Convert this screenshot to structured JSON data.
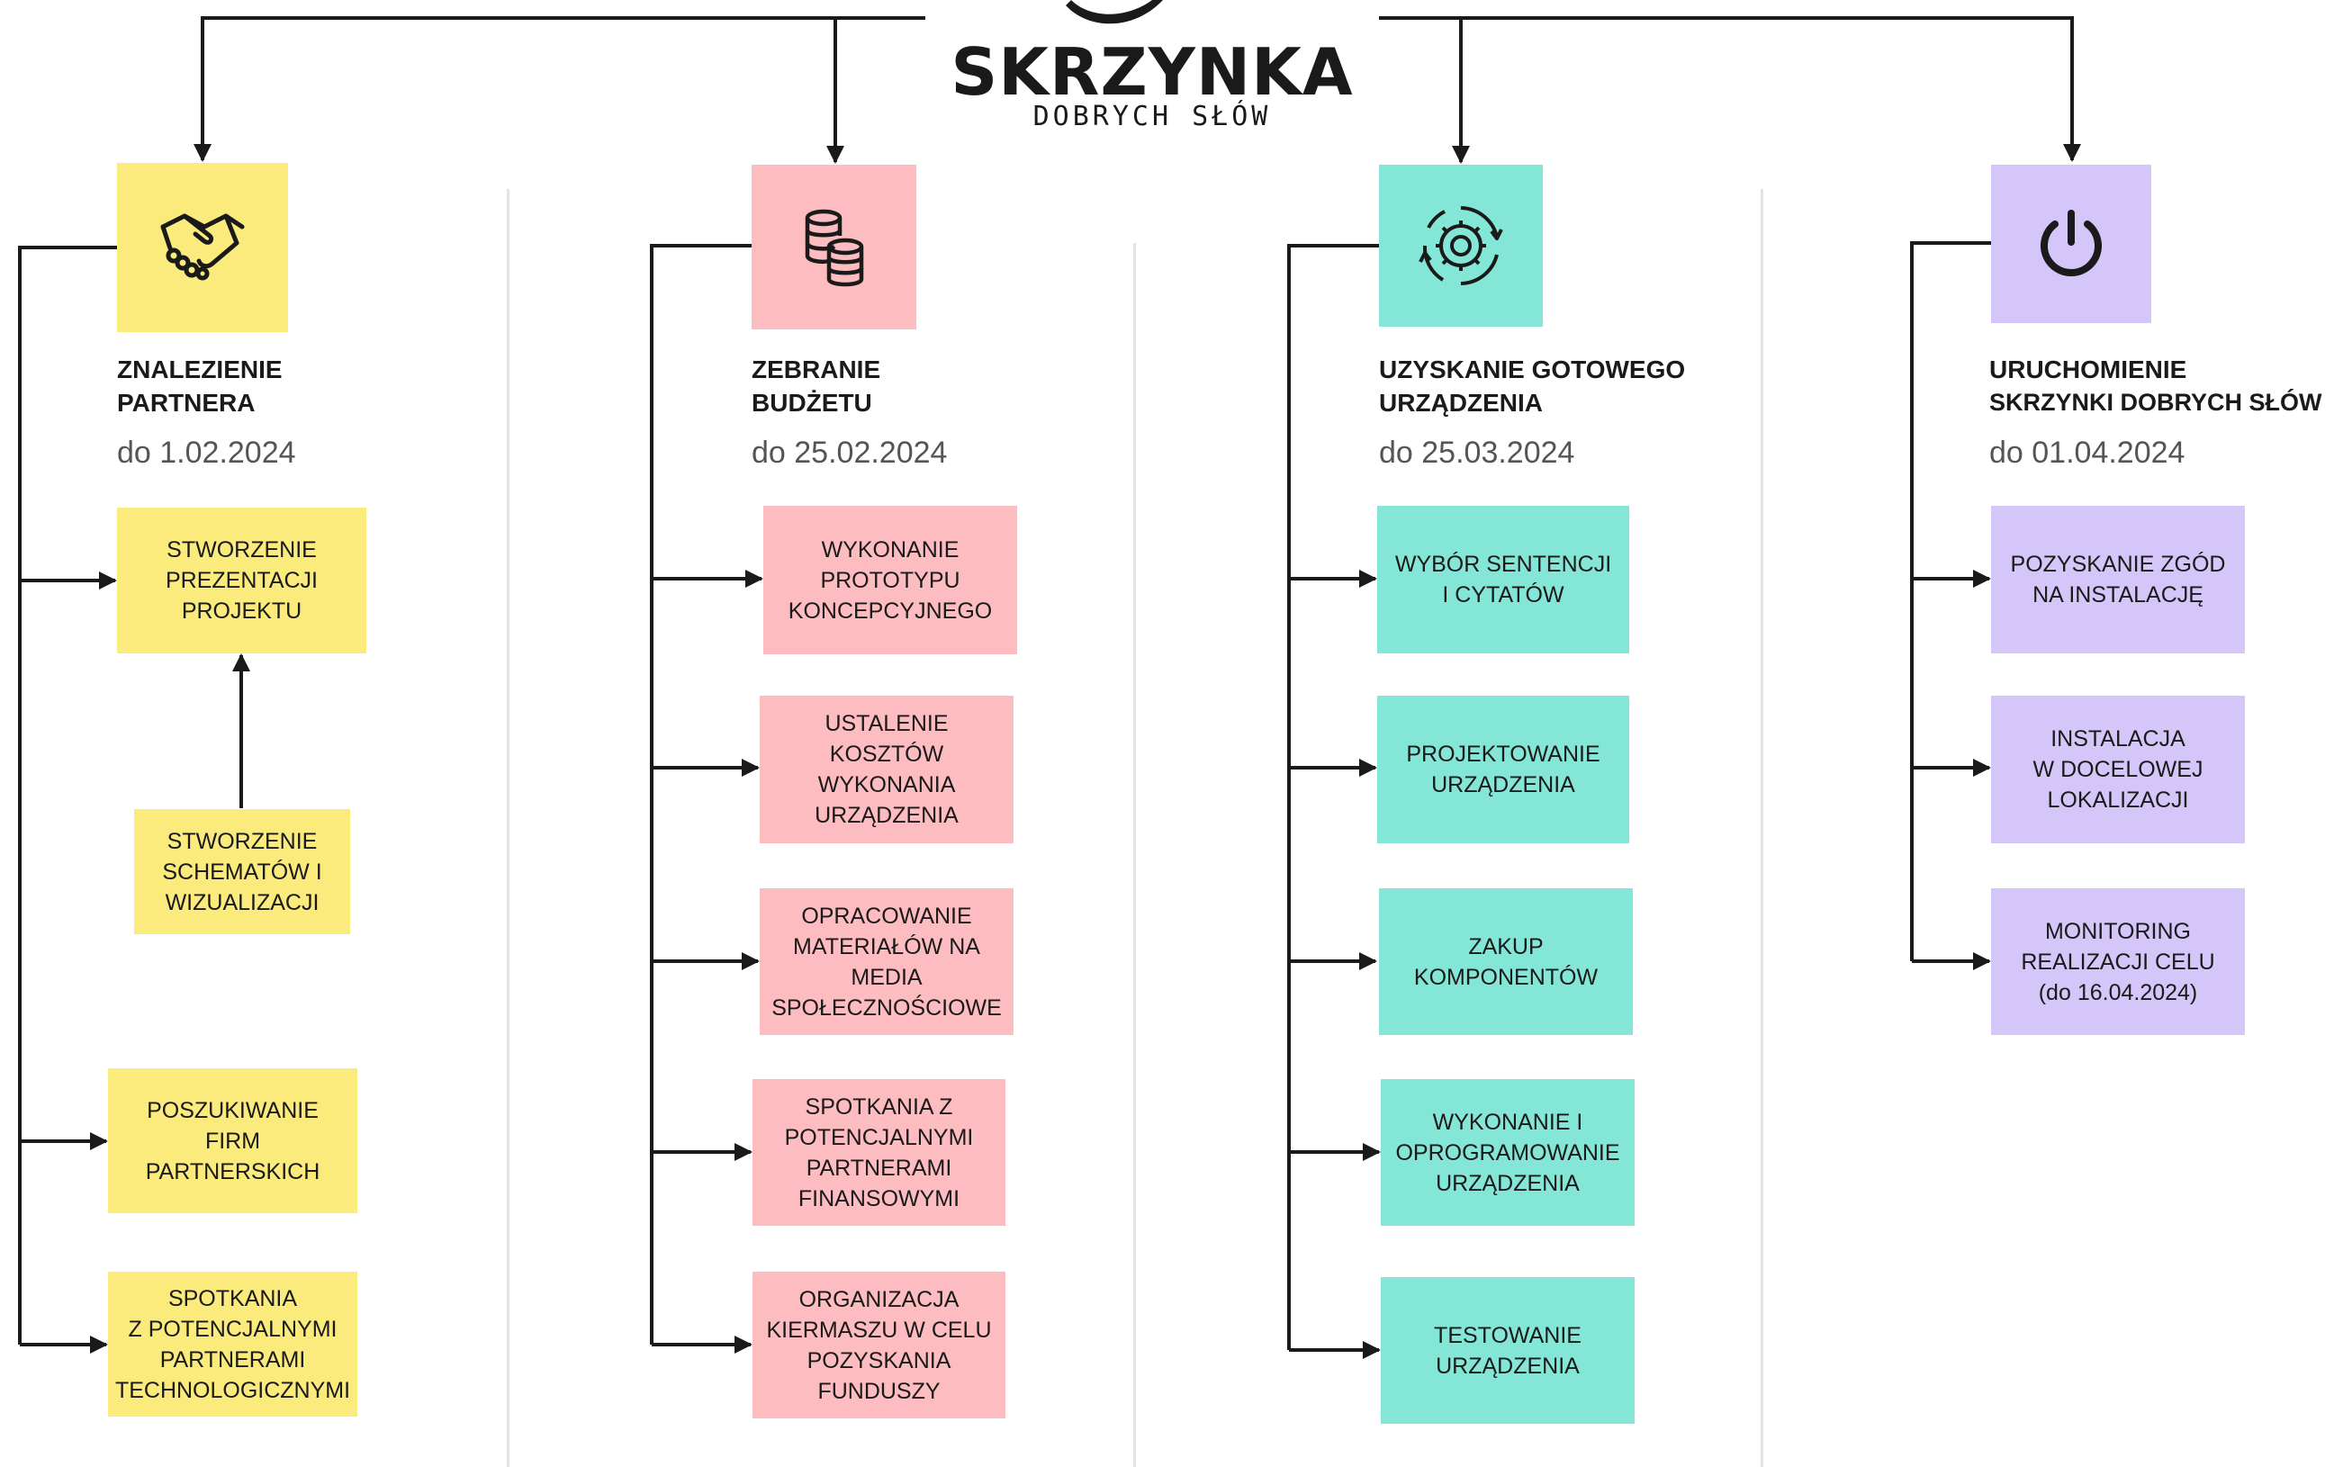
{
  "logo": {
    "main": "SKRZYNKA",
    "sub": "DOBRYCH SŁÓW"
  },
  "colors": {
    "yellow": "#FAEB7C",
    "pink": "#FDBCC0",
    "teal": "#83E6D6",
    "lavender": "#D5C6FA",
    "line": "#1a1a1a"
  },
  "phases": [
    {
      "title_1": "ZNALEZIENIE",
      "title_2": "PARTNERA",
      "date": "do 1.02.2024",
      "icon": "handshake-icon",
      "tasks": [
        [
          "STWORZENIE",
          "PREZENTACJI",
          "PROJEKTU"
        ],
        [
          "STWORZENIE",
          "SCHEMATÓW I",
          "WIZUALIZACJI"
        ],
        [
          "POSZUKIWANIE",
          "FIRM",
          "PARTNERSKICH"
        ],
        [
          "SPOTKANIA",
          "Z POTENCJALNYMI",
          "PARTNERAMI",
          "TECHNOLOGICZNYMI"
        ]
      ]
    },
    {
      "title_1": "ZEBRANIE",
      "title_2": "BUDŻETU",
      "date": "do 25.02.2024",
      "icon": "coins-icon",
      "tasks": [
        [
          "WYKONANIE",
          "PROTOTYPU",
          "KONCEPCYJNEGO"
        ],
        [
          "USTALENIE",
          "KOSZTÓW",
          "WYKONANIA",
          "URZĄDZENIA"
        ],
        [
          "OPRACOWANIE",
          "MATERIAŁÓW NA",
          "MEDIA",
          "SPOŁECZNOŚCIOWE"
        ],
        [
          "SPOTKANIA Z",
          "POTENCJALNYMI",
          "PARTNERAMI",
          "FINANSOWYMI"
        ],
        [
          "ORGANIZACJA",
          "KIERMASZU W CELU",
          "POZYSKANIA",
          "FUNDUSZY"
        ]
      ]
    },
    {
      "title_1": "UZYSKANIE GOTOWEGO",
      "title_2": "URZĄDZENIA",
      "date": "do 25.03.2024",
      "icon": "gear-cycle-icon",
      "tasks": [
        [
          "WYBÓR SENTENCJI",
          "I CYTATÓW"
        ],
        [
          "PROJEKTOWANIE",
          "URZĄDZENIA"
        ],
        [
          "ZAKUP",
          "KOMPONENTÓW"
        ],
        [
          "WYKONANIE I",
          "OPROGRAMOWANIE",
          "URZĄDZENIA"
        ],
        [
          "TESTOWANIE",
          "URZĄDZENIA"
        ]
      ]
    },
    {
      "title_1": "URUCHOMIENIE",
      "title_2": "SKRZYNKI DOBRYCH SŁÓW",
      "date": "do 01.04.2024",
      "icon": "power-icon",
      "tasks": [
        [
          "POZYSKANIE ZGÓD",
          "NA INSTALACJĘ"
        ],
        [
          "INSTALACJA",
          "W DOCELOWEJ",
          "LOKALIZACJI"
        ],
        [
          "MONITORING",
          "REALIZACJI CELU",
          "(do 16.04.2024)"
        ]
      ]
    }
  ]
}
